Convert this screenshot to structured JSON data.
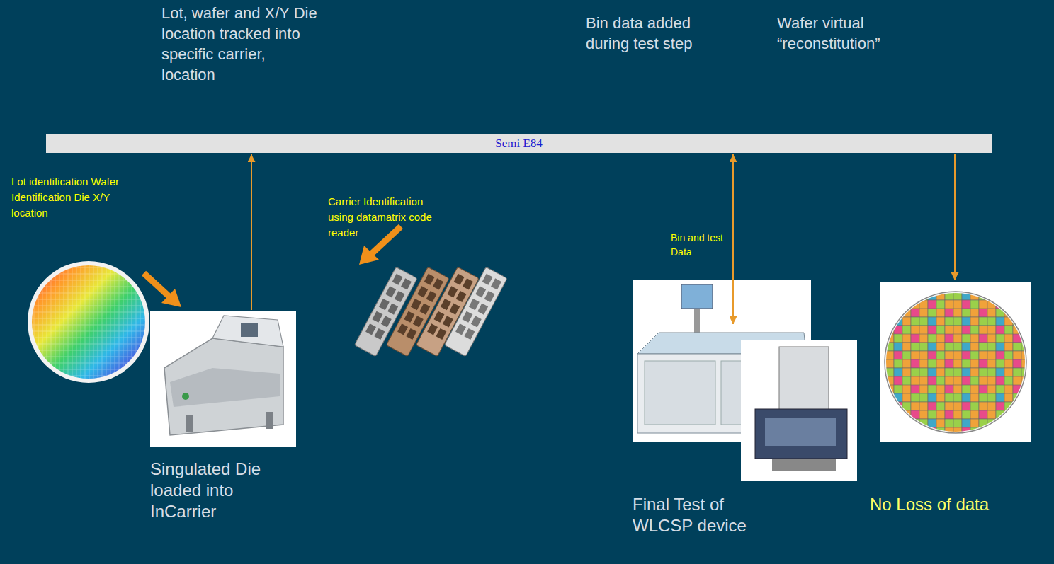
{
  "diagram": {
    "nodes": [
      {
        "text": [
          "Semi E84"
        ]
      },
      {
        "text": [
          "Singulated Die loaded into InCarrier"
        ]
      },
      {
        "text": [
          "Final Test of WLCSP device"
        ]
      },
      {
        "text": [
          "No Loss of data"
        ]
      }
    ],
    "edges": [
      {
        "from": 1,
        "to": 0,
        "arrow": "to"
      },
      {
        "from": 0,
        "to": 2,
        "arrow": "both",
        "label": "Bin and test Data"
      },
      {
        "from": 0,
        "to": 3,
        "arrow": "to"
      }
    ],
    "labels": [
      "Lot, wafer and X/Y Die location tracked into specific carrier, location",
      "Bin data added during test step",
      "Wafer virtual “reconstitution”",
      "Lot identification Wafer Identification Die X/Y location",
      "Carrier Identification using datamatrix code reader"
    ]
  }
}
